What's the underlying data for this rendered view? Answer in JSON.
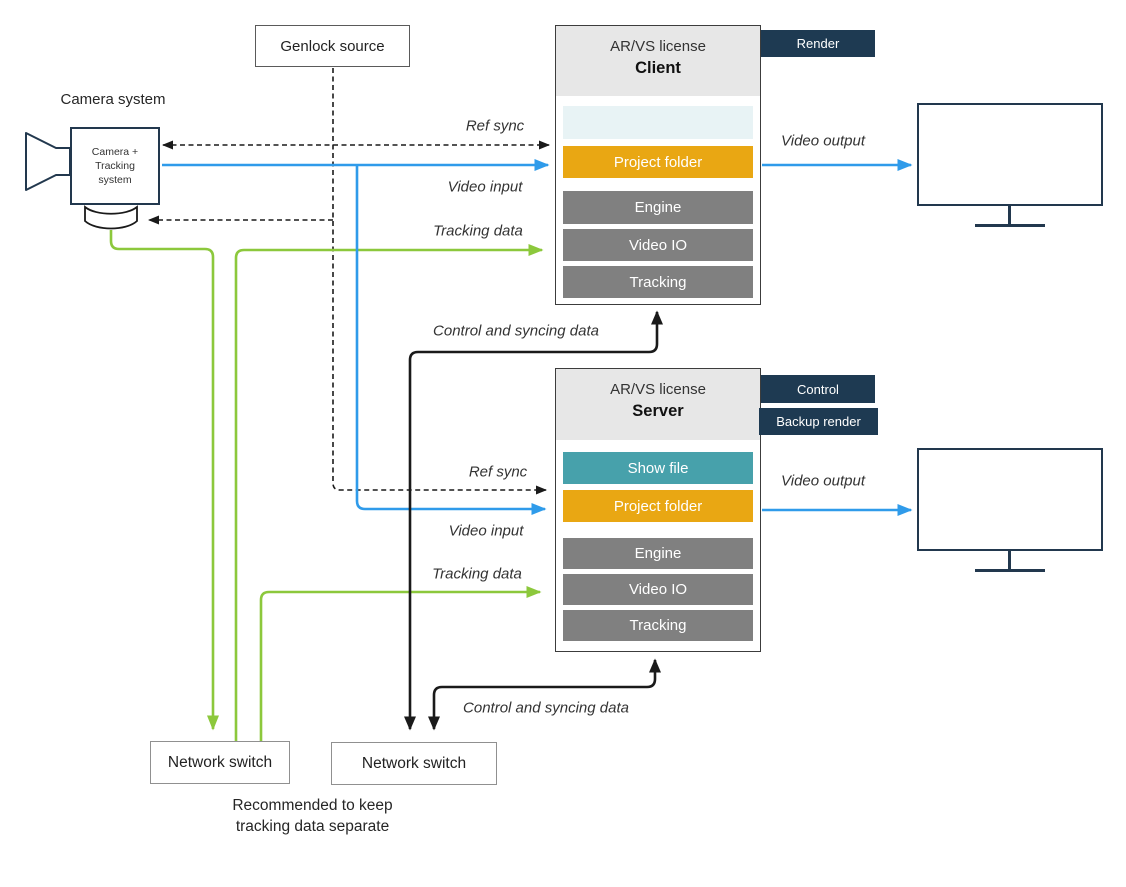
{
  "genlock": {
    "label": "Genlock source"
  },
  "camera": {
    "title": "Camera system",
    "unit": "Camera +\nTracking\nsystem"
  },
  "client": {
    "license": "AR/VS license",
    "role": "Client",
    "tags": [
      "Render"
    ],
    "rows": [
      {
        "label": "",
        "type": "empty-slot"
      },
      {
        "label": "Project folder",
        "type": "project"
      },
      {
        "label": "Engine",
        "type": "module"
      },
      {
        "label": "Video IO",
        "type": "module"
      },
      {
        "label": "Tracking",
        "type": "module"
      }
    ]
  },
  "server": {
    "license": "AR/VS license",
    "role": "Server",
    "tags": [
      "Control",
      "Backup render"
    ],
    "rows": [
      {
        "label": "Show file",
        "type": "show-file"
      },
      {
        "label": "Project folder",
        "type": "project"
      },
      {
        "label": "Engine",
        "type": "module"
      },
      {
        "label": "Video IO",
        "type": "module"
      },
      {
        "label": "Tracking",
        "type": "module"
      }
    ]
  },
  "switches": [
    {
      "label": "Network switch"
    },
    {
      "label": "Network switch"
    }
  ],
  "edge_labels": {
    "ref_sync": "Ref sync",
    "video_input": "Video input",
    "tracking_data": "Tracking data",
    "control_sync": "Control and syncing data",
    "video_output": "Video output"
  },
  "note": "Recommended to keep\ntracking data separate",
  "colors": {
    "project_folder_orange": "#E9A713",
    "show_file_teal": "#47A1AB",
    "module_gray": "#808080",
    "tag_navy": "#1E3A52",
    "empty_slot_blue": "#E8F3F5",
    "header_gray": "#E7E7E7",
    "line_blue": "#2F9BEA",
    "line_green": "#8CC83C",
    "line_black": "#1A1A1A",
    "outline_navy": "#22384E"
  }
}
